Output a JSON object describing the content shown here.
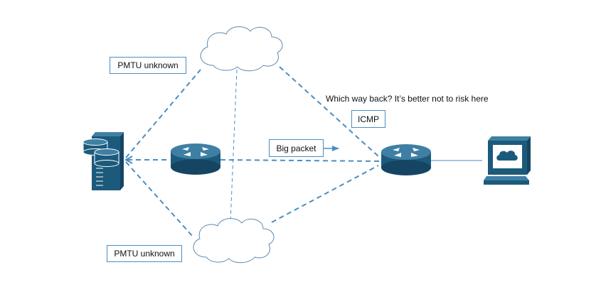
{
  "colors": {
    "device": "#1c5a7c",
    "device_top": "#3f7fa4",
    "line": "#4a8ec2",
    "cloud_stroke": "#5d8ab0"
  },
  "labels": {
    "pmtu_top": "PMTU unknown",
    "pmtu_bottom": "PMTU unknown",
    "which_way": "Which way back? It’s better  not to risk here",
    "icmp": "ICMP",
    "big_packet": "Big packet"
  },
  "icons": [
    "server-icon",
    "router-icon",
    "cloud-icon",
    "computer-icon"
  ]
}
